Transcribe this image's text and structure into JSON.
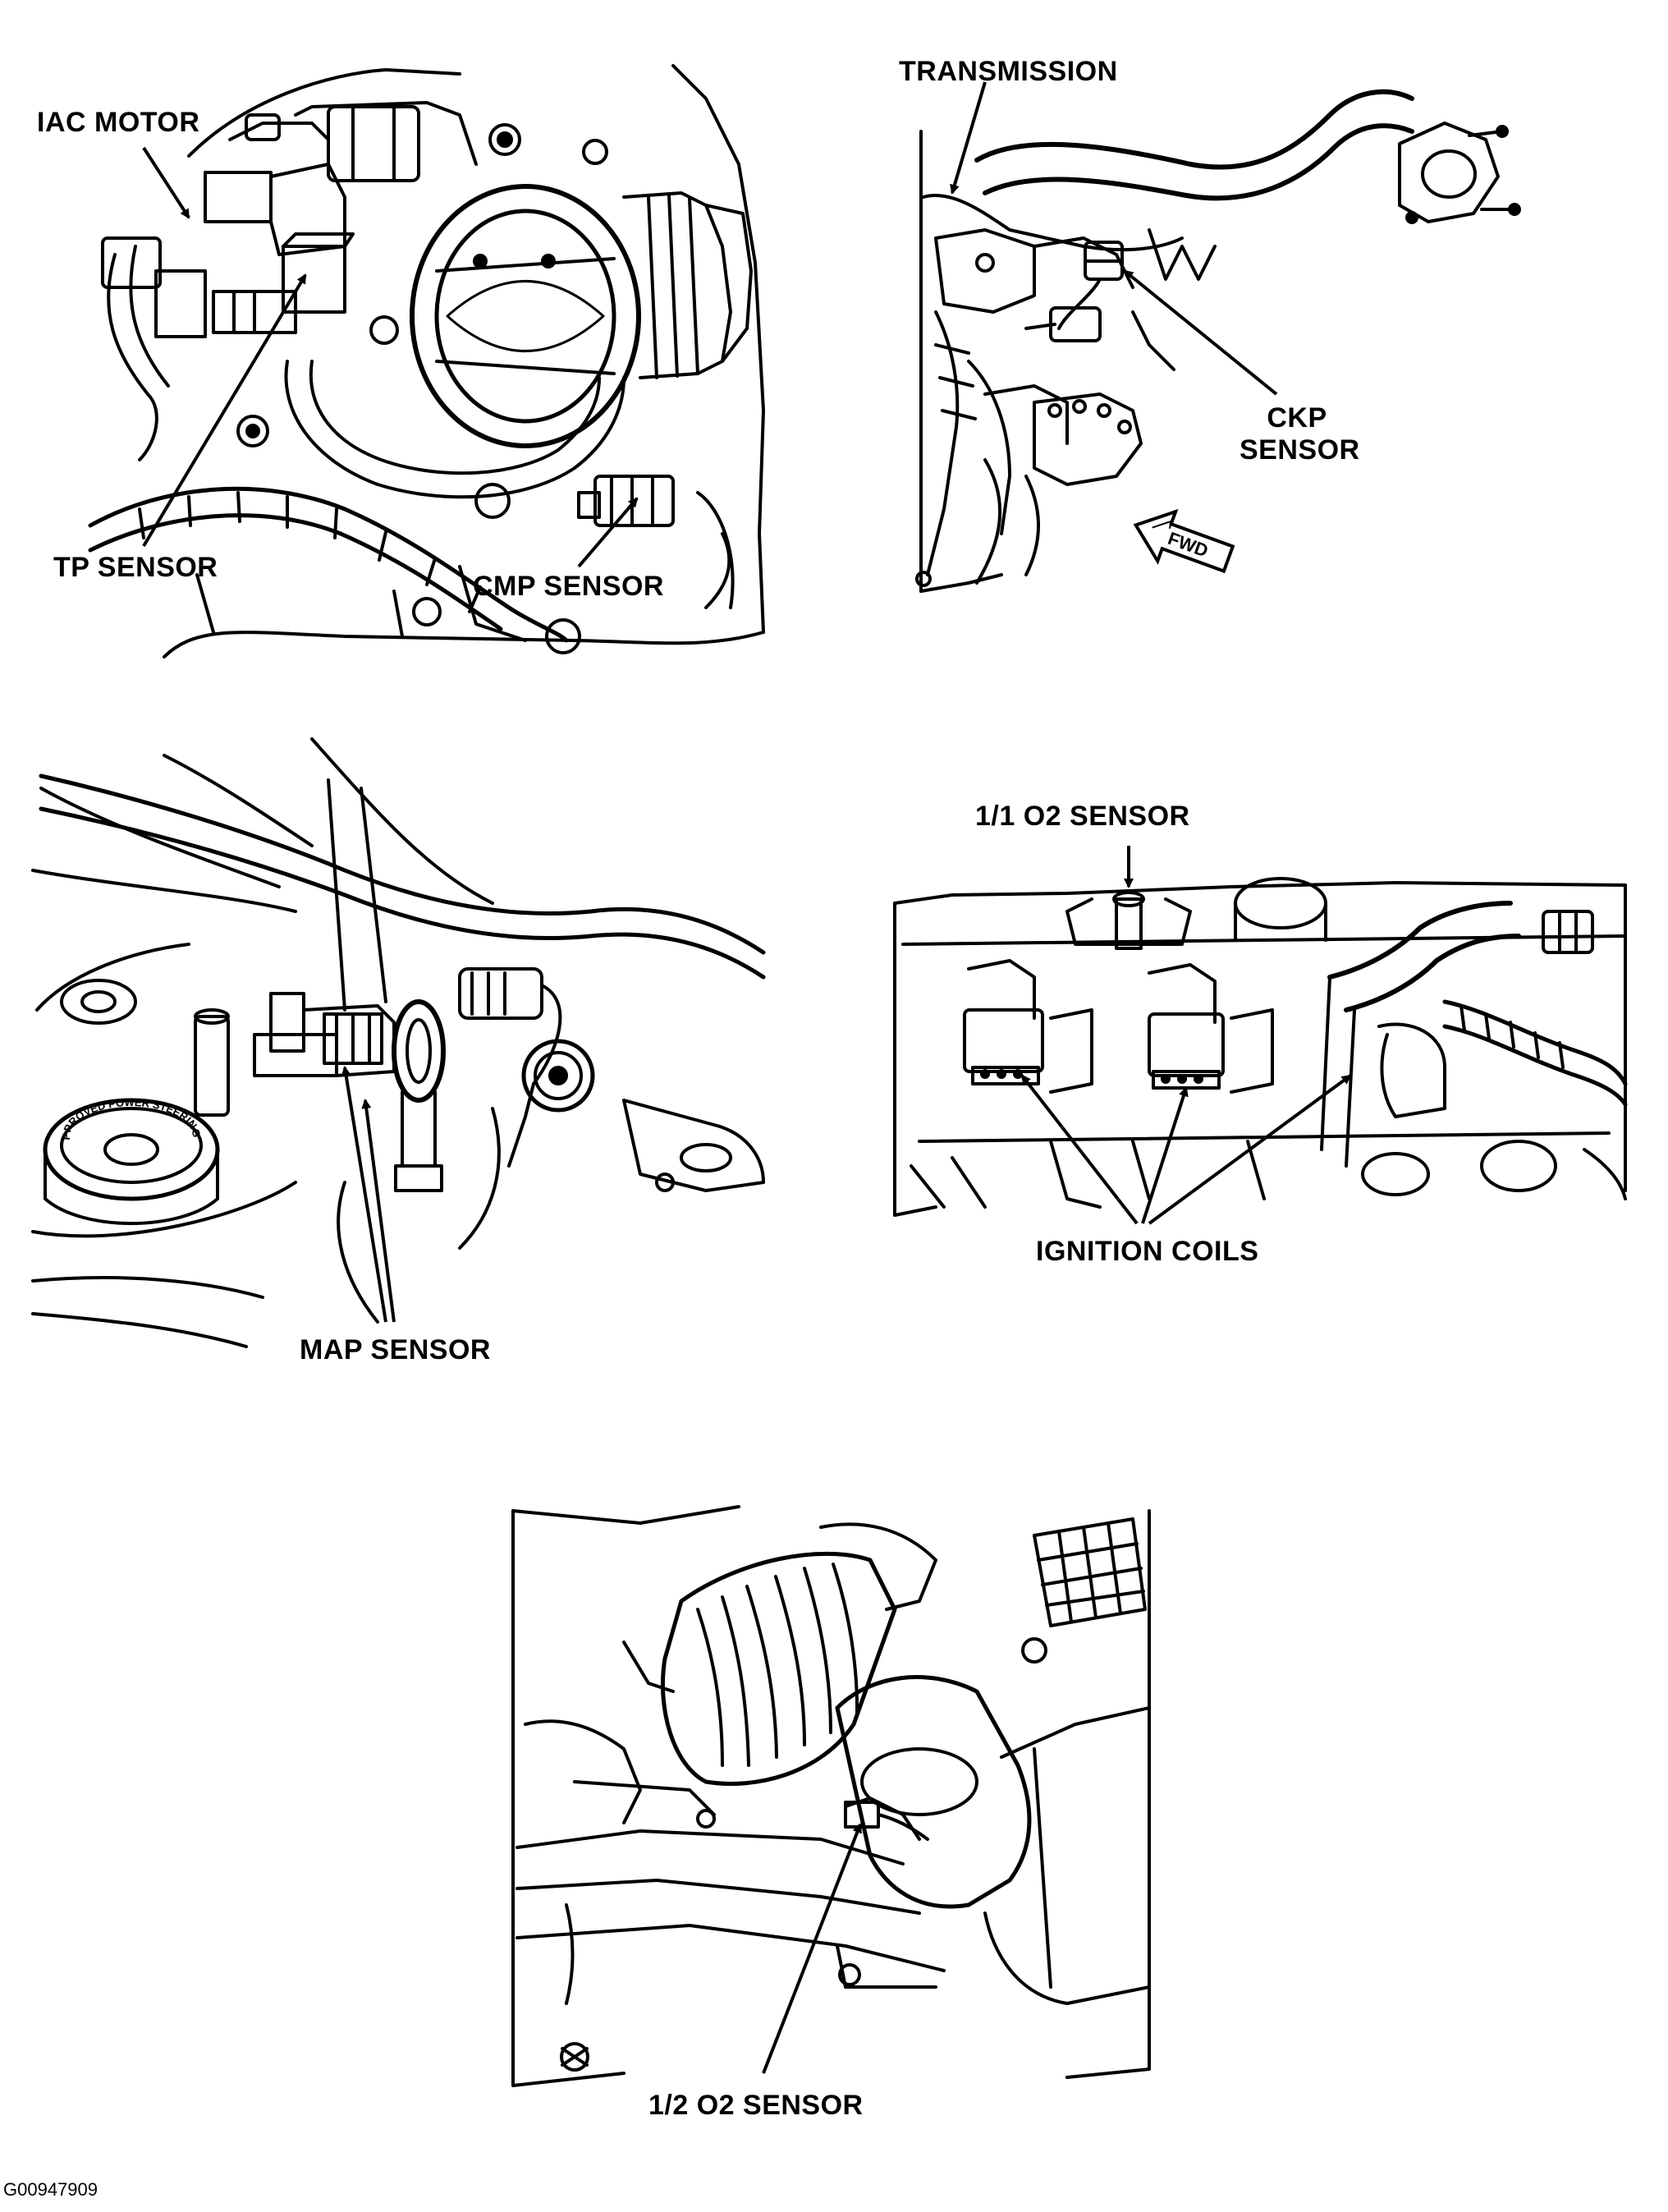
{
  "colors": {
    "ink": "#000000",
    "paper": "#ffffff",
    "shade": "#9a9a9a"
  },
  "panels": {
    "throttle_body": {
      "labels": {
        "iac_motor": "IAC MOTOR",
        "tp_sensor": "TP SENSOR",
        "cmp_sensor": "CMP SENSOR"
      }
    },
    "transmission": {
      "labels": {
        "transmission": "TRANSMISSION",
        "ckp_sensor_line1": "CKP",
        "ckp_sensor_line2": "SENSOR",
        "fwd": "FWD"
      }
    },
    "map": {
      "labels": {
        "map_sensor": "MAP SENSOR"
      },
      "cap_text": "USE APPROVED POWER STEERING FLUID"
    },
    "ignition": {
      "labels": {
        "o2_upstream": "1/1 O2 SENSOR",
        "ignition_coils": "IGNITION COILS"
      }
    },
    "exhaust": {
      "labels": {
        "o2_downstream": "1/2 O2 SENSOR"
      }
    }
  },
  "figure_id": "G00947909"
}
